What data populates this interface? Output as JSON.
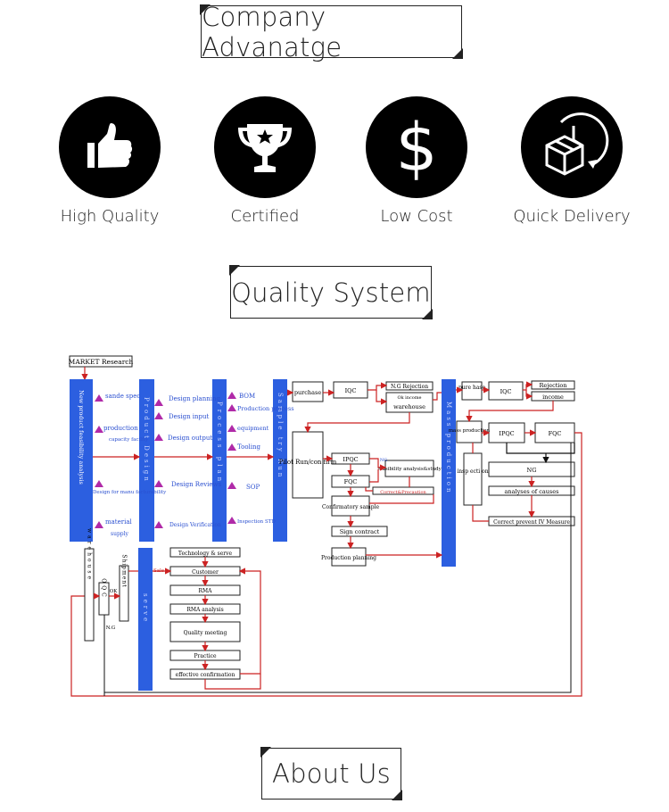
{
  "sections": {
    "advantage_title": "Company Advanatge",
    "quality_title": "Quality System",
    "about_title": "About Us"
  },
  "advantages": [
    {
      "label": "High Quality",
      "icon": "thumbs-up-icon"
    },
    {
      "label": "Certified",
      "icon": "trophy-icon"
    },
    {
      "label": "Low Cost",
      "icon": "dollar-icon"
    },
    {
      "label": "Quick Delivery",
      "icon": "delivery-box-clock-icon"
    }
  ],
  "colors": {
    "bar_blue": "#2c5fe0",
    "arrow_red": "#cc2222",
    "triangle": "#b02aa8",
    "text_blue": "#2a4fd0"
  },
  "diagram": {
    "market": "MARKET Research",
    "bar1": "New product feasibility analysis",
    "bar2": "Product Design",
    "bar3": "Process plan",
    "bar4": "Sample try Run",
    "bar5": "Mass production",
    "bar6": "serve",
    "col1": [
      "sande spec",
      "production",
      "capacity facility",
      "Design for manu facturability",
      "material",
      "supply"
    ],
    "col2": [
      "Design planning",
      "Design input",
      "Design output",
      "Design Reviews",
      "Design Verification"
    ],
    "col3": [
      "BOM",
      "Production process",
      "equipment",
      "Tooling",
      "SOP",
      "Inspection STD"
    ],
    "purchase": "purchase",
    "iqc": "IQC",
    "ng_rejection": "N.G Rejection",
    "ok_income": "Ok income",
    "warehouse": "warehouse",
    "pilot": "Pilot Run/con firm",
    "ipqc": "IPQC",
    "ng": "NG",
    "fqc": "FQC",
    "feasibility": "feasibility analysis&study",
    "correct_precaution": "Correct&Precaution",
    "confirmatory": "Confirmatory sample",
    "sign_contract": "Sign contract",
    "production_planning": "Production planning",
    "pur_hase": "pure hase",
    "iqc2": "IQC",
    "rejection": "Rejection",
    "income": "income",
    "mass_production": "mass production",
    "ipqc2": "IPQC",
    "fqc2": "FQC",
    "inspection": "insp ecti on",
    "ng2": "NG",
    "analyses": "analyses of causes",
    "correct_prevent": "Correct prevent IV Measure",
    "warehouse2": "warehouse",
    "oqc": "OQC",
    "ok": "OK",
    "ng3": "N.G",
    "shipment": "Shipment",
    "sale": "Sale",
    "service_steps": [
      "Technology & serve",
      "Customer",
      "RMA",
      "RMA analysis",
      "Quality meeting",
      "Practice",
      "effective confirmation"
    ]
  }
}
